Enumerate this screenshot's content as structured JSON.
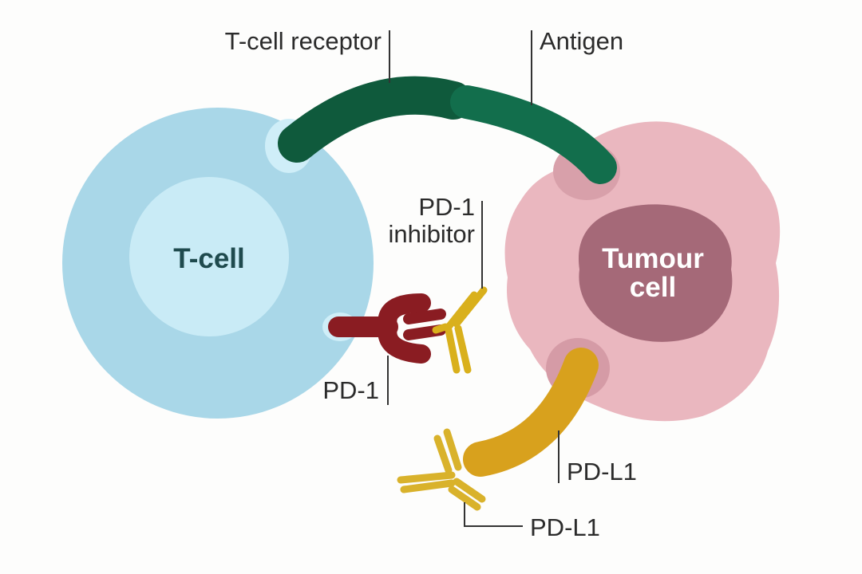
{
  "labels": {
    "t_cell_receptor": "T-cell receptor",
    "antigen": "Antigen",
    "pd1_inhibitor_line1": "PD-1",
    "pd1_inhibitor_line2": "inhibitor",
    "pd1": "PD-1",
    "pdl1_upper": "PD-L1",
    "pdl1_lower": "PD-L1",
    "t_cell": "T-cell",
    "tumour_line1": "Tumour",
    "tumour_line2": "cell"
  },
  "colors": {
    "t_cell_outer": "#a9d7e8",
    "t_cell_nucleus": "#c9ebf6",
    "t_cell_label": "#1f4a4e",
    "tumour_body": "#eab7bf",
    "tumour_nucleus": "#a56978",
    "tumour_label": "#ffffff",
    "receptor": "#0f5a3c",
    "antigen": "#126e4c",
    "pd1": "#8a1c22",
    "pd1_inhibitor": "#d9b01c",
    "pdl1": "#d8a11d",
    "pdl1_antibody": "#d9b22b",
    "leader_line": "#333333"
  }
}
